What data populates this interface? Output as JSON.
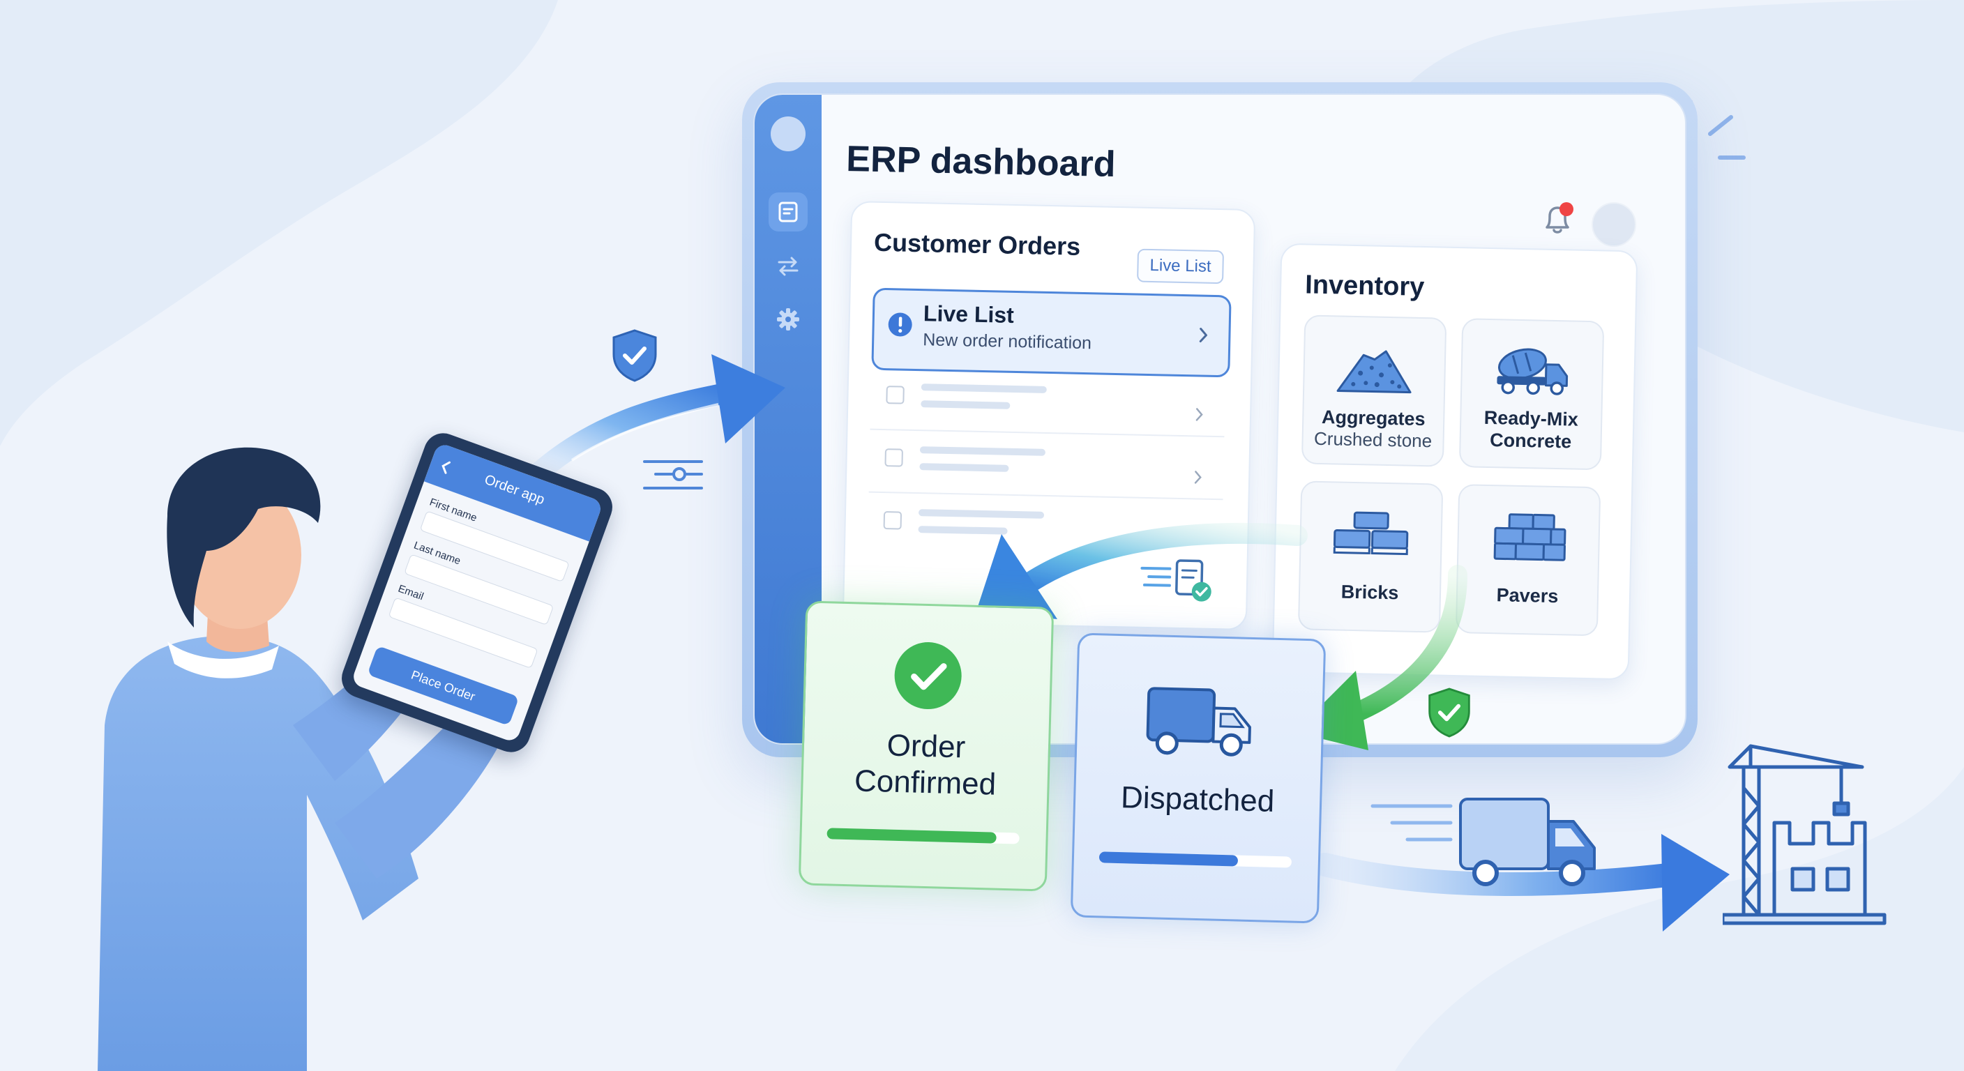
{
  "dashboard": {
    "title": "ERP dashboard",
    "sidebar_icons": [
      "circle-logo-icon",
      "orders-icon",
      "transfer-icon",
      "settings-gear-icon"
    ]
  },
  "orders": {
    "title": "Customer Orders",
    "badge": "Live List",
    "notification": {
      "title": "Live List",
      "subtitle": "New order notification"
    }
  },
  "inventory": {
    "title": "Inventory",
    "items": [
      {
        "name": "Aggregates",
        "subtitle": "Crushed stone",
        "icon": "gravel-pile-icon"
      },
      {
        "name": "Ready-Mix\nConcrete",
        "icon": "concrete-mixer-truck-icon"
      },
      {
        "name": "Bricks",
        "icon": "bricks-icon"
      },
      {
        "name": "Pavers",
        "icon": "pavers-icon"
      }
    ]
  },
  "status": {
    "confirmed": {
      "label_line1": "Order",
      "label_line2": "Confirmed",
      "progress": 0.88
    },
    "dispatched": {
      "label": "Dispatched",
      "progress": 0.72
    }
  },
  "tablet": {
    "app_title": "Order app",
    "fields": [
      "First name",
      "Last name",
      "Email"
    ],
    "button": "Place Order"
  },
  "colors": {
    "accent_blue": "#4a84dd",
    "success_green": "#3fb856",
    "dark_navy": "#13233f",
    "alert_red": "#ef4444"
  }
}
